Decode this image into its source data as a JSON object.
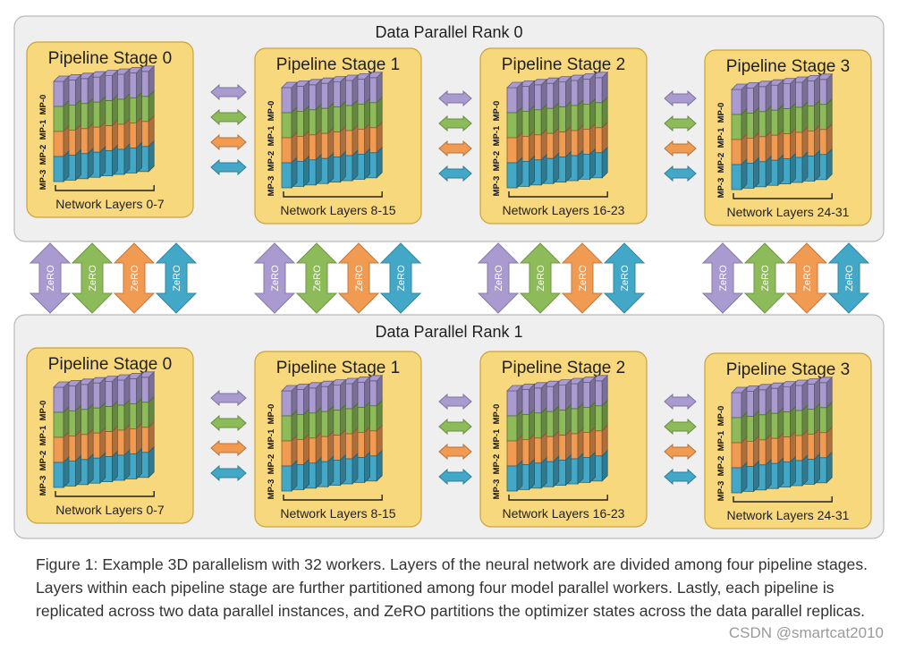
{
  "colors": {
    "rank_bg": "#efefef",
    "rank_border": "#b9b9b9",
    "stage_fill": "#f8d87d",
    "stage_border": "#c9a33e",
    "mp_colors": [
      "#a99ad0",
      "#8dbb5a",
      "#f09a52",
      "#43a8c7"
    ],
    "mp_dark": [
      "#6f5fa3",
      "#5f8d30",
      "#c46b22",
      "#21789a"
    ],
    "arrow_colors": [
      "#a99ad0",
      "#8dbb5a",
      "#f09a52",
      "#43a8c7"
    ]
  },
  "ranks": [
    {
      "label": "Data Parallel Rank 0"
    },
    {
      "label": "Data Parallel Rank 1"
    }
  ],
  "stages": [
    {
      "title": "Pipeline Stage 0",
      "layers": "Network Layers 0-7"
    },
    {
      "title": "Pipeline Stage 1",
      "layers": "Network Layers 8-15"
    },
    {
      "title": "Pipeline Stage 2",
      "layers": "Network Layers 16-23"
    },
    {
      "title": "Pipeline Stage 3",
      "layers": "Network Layers 24-31"
    }
  ],
  "mp_labels": [
    "MP-0",
    "MP-1",
    "MP-2",
    "MP-3"
  ],
  "zero_label": "ZeRO",
  "caption": "Figure 1: Example 3D parallelism with 32 workers. Layers of the neural network are divided among four pipeline stages. Layers within each pipeline stage are further partitioned among four model parallel workers. Lastly, each pipeline is replicated across two data parallel instances, and ZeRO partitions the optimizer states across the data parallel replicas.",
  "watermark": "CSDN @smartcat2010"
}
